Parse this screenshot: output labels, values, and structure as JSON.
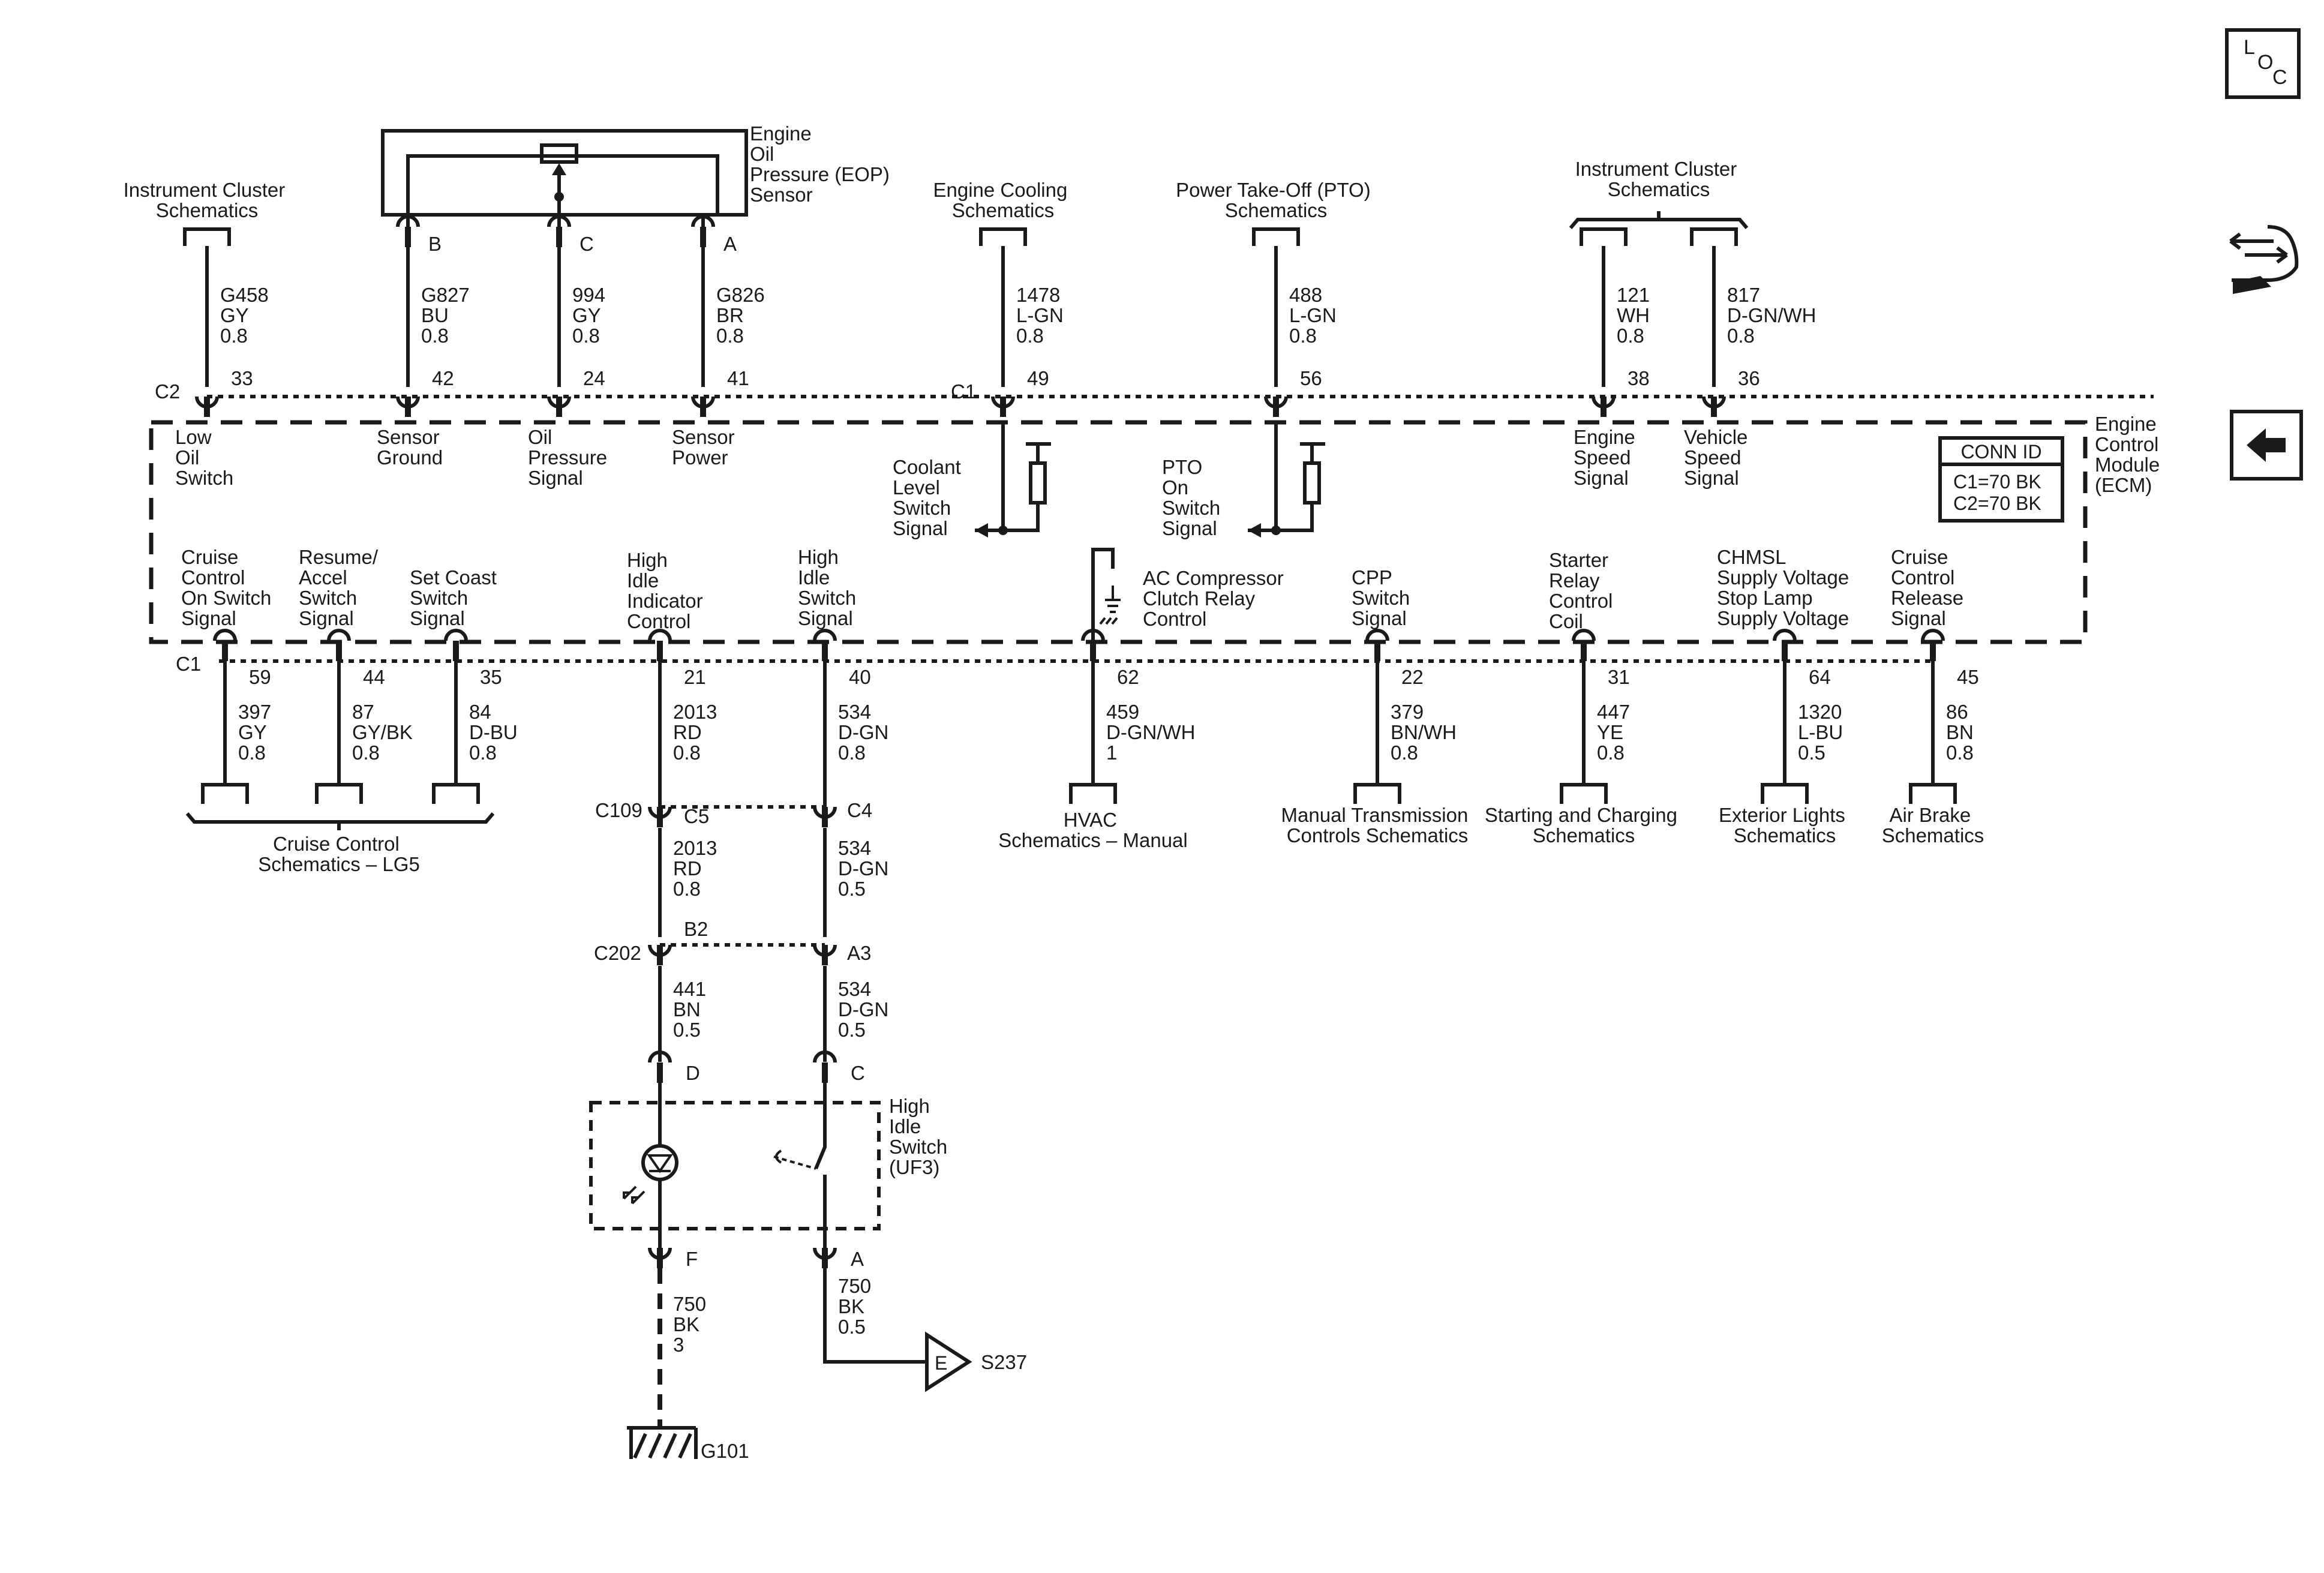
{
  "nav": {
    "loc_l": "L",
    "loc_o": "O",
    "loc_c": "C",
    "icon_routing": "routing-icon",
    "icon_back": "back-arrow-icon"
  },
  "ecm": {
    "name": [
      "Engine",
      "Control",
      "Module",
      "(ECM)"
    ],
    "conn_title": "CONN ID",
    "conn_c1": "C1=70 BK",
    "conn_c2": "C2=70 BK",
    "conn_c1_label": "C1",
    "conn_c2_label": "C2"
  },
  "eop": {
    "name": [
      "Engine",
      "Oil",
      "Pressure (EOP)",
      "Sensor"
    ],
    "pins": [
      "B",
      "C",
      "A"
    ]
  },
  "top_refs": {
    "ic_left": [
      "Instrument Cluster",
      "Schematics"
    ],
    "coolant": [
      "Engine Cooling",
      "Schematics"
    ],
    "pto": [
      "Power Take-Off (PTO)",
      "Schematics"
    ],
    "ic_right": [
      "Instrument Cluster",
      "Schematics"
    ]
  },
  "top_wires": [
    {
      "id": "G458",
      "color": "GY",
      "gauge": "0.8",
      "pin": "33",
      "signal": [
        "Low",
        "Oil",
        "Switch"
      ]
    },
    {
      "id": "G827",
      "color": "BU",
      "gauge": "0.8",
      "pin": "42",
      "signal": [
        "Sensor",
        "Ground"
      ]
    },
    {
      "id": "994",
      "color": "GY",
      "gauge": "0.8",
      "pin": "24",
      "signal": [
        "Oil",
        "Pressure",
        "Signal"
      ]
    },
    {
      "id": "G826",
      "color": "BR",
      "gauge": "0.8",
      "pin": "41",
      "signal": [
        "Sensor",
        "Power"
      ]
    },
    {
      "id": "1478",
      "color": "L-GN",
      "gauge": "0.8",
      "pin": "49",
      "signal": [
        "Coolant",
        "Level",
        "Switch",
        "Signal"
      ]
    },
    {
      "id": "488",
      "color": "L-GN",
      "gauge": "0.8",
      "pin": "56",
      "signal": [
        "PTO",
        "On",
        "Switch",
        "Signal"
      ]
    },
    {
      "id": "121",
      "color": "WH",
      "gauge": "0.8",
      "pin": "38",
      "signal": [
        "Engine",
        "Speed",
        "Signal"
      ]
    },
    {
      "id": "817",
      "color": "D-GN/WH",
      "gauge": "0.8",
      "pin": "36",
      "signal": [
        "Vehicle",
        "Speed",
        "Signal"
      ]
    }
  ],
  "bottom_wires": [
    {
      "id": "397",
      "color": "GY",
      "gauge": "0.8",
      "pin": "59",
      "signal": [
        "Cruise",
        "Control",
        "On Switch",
        "Signal"
      ]
    },
    {
      "id": "87",
      "color": "GY/BK",
      "gauge": "0.8",
      "pin": "44",
      "signal": [
        "Resume/",
        "Accel",
        "Switch",
        "Signal"
      ]
    },
    {
      "id": "84",
      "color": "D-BU",
      "gauge": "0.8",
      "pin": "35",
      "signal": [
        "Set Coast",
        "Switch",
        "Signal"
      ]
    },
    {
      "id": "2013",
      "color": "RD",
      "gauge": "0.8",
      "pin": "21",
      "signal": [
        "High",
        "Idle",
        "Indicator",
        "Control"
      ]
    },
    {
      "id": "534",
      "color": "D-GN",
      "gauge": "0.8",
      "pin": "40",
      "signal": [
        "High",
        "Idle",
        "Switch",
        "Signal"
      ]
    },
    {
      "id": "459",
      "color": "D-GN/WH",
      "gauge": "1",
      "pin": "62",
      "signal": [
        "AC Compressor",
        "Clutch Relay",
        "Control"
      ]
    },
    {
      "id": "379",
      "color": "BN/WH",
      "gauge": "0.8",
      "pin": "22",
      "signal": [
        "CPP",
        "Switch",
        "Signal"
      ]
    },
    {
      "id": "447",
      "color": "YE",
      "gauge": "0.8",
      "pin": "31",
      "signal": [
        "Starter",
        "Relay",
        "Control",
        "Coil"
      ]
    },
    {
      "id": "1320",
      "color": "L-BU",
      "gauge": "0.5",
      "pin": "64",
      "signal": [
        "CHMSL",
        "Supply Voltage",
        "Stop Lamp",
        "Supply Voltage"
      ]
    },
    {
      "id": "86",
      "color": "BN",
      "gauge": "0.8",
      "pin": "45",
      "signal": [
        "Cruise",
        "Control",
        "Release",
        "Signal"
      ]
    }
  ],
  "bottom_refs": {
    "cruise": [
      "Cruise Control",
      "Schematics – LG5"
    ],
    "hvac": [
      "HVAC",
      "Schematics – Manual"
    ],
    "mtc": [
      "Manual Transmission",
      "Controls Schematics"
    ],
    "starting": [
      "Starting and Charging",
      "Schematics"
    ],
    "ext_lights": [
      "Exterior Lights",
      "Schematics"
    ],
    "air_brake": [
      "Air Brake",
      "Schematics"
    ]
  },
  "inline": {
    "c109": "C109",
    "c109_a": "C5",
    "c109_b": "C4",
    "c202": "C202",
    "c202_a": "B2",
    "c202_b": "A3",
    "w_left_2": {
      "id": "2013",
      "color": "RD",
      "gauge": "0.8"
    },
    "w_right_2": {
      "id": "534",
      "color": "D-GN",
      "gauge": "0.5"
    },
    "w_left_3": {
      "id": "441",
      "color": "BN",
      "gauge": "0.5"
    },
    "w_right_3": {
      "id": "534",
      "color": "D-GN",
      "gauge": "0.5"
    }
  },
  "his": {
    "name": [
      "High",
      "Idle",
      "Switch",
      "(UF3)"
    ],
    "pins_top": [
      "D",
      "C"
    ],
    "pins_bottom": [
      "F",
      "A"
    ]
  },
  "ground": {
    "w_left": {
      "id": "750",
      "color": "BK",
      "gauge": "3"
    },
    "w_right": {
      "id": "750",
      "color": "BK",
      "gauge": "0.5"
    },
    "splice_letter": "E",
    "splice": "S237",
    "ground": "G101"
  }
}
